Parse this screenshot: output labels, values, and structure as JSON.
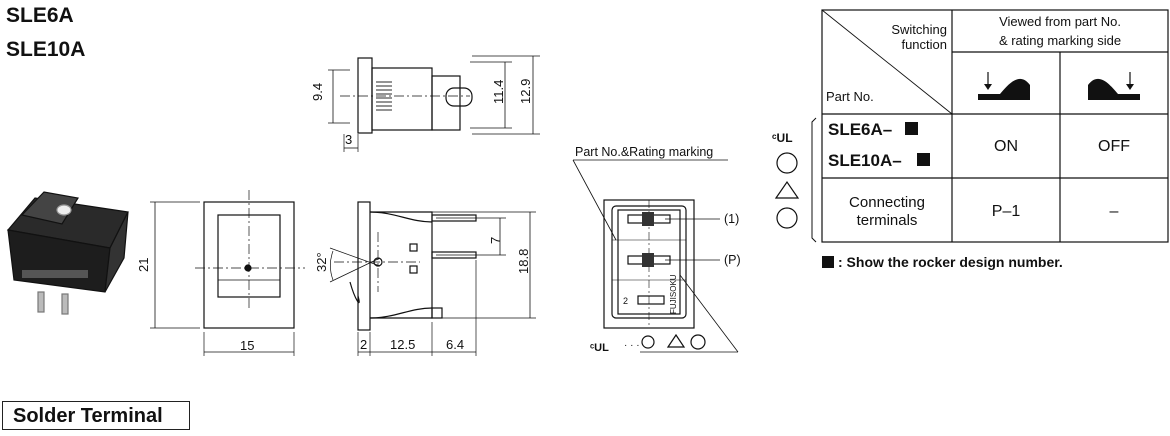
{
  "titles": [
    "SLE6A",
    "SLE10A"
  ],
  "footer_label": "Solder Terminal",
  "dimensions": {
    "top_height_outer": "12.9",
    "top_height_inner": "11.4",
    "top_flange": "9.4",
    "top_thickness": "3",
    "front_height": "21",
    "front_width": "15",
    "side_angle": "32°",
    "side_pin_spacing": "7",
    "side_height": "18.8",
    "side_flange": "2",
    "side_body": "12.5",
    "side_terminal": "6.4"
  },
  "marking": {
    "label": "Part No.&Rating marking",
    "pin1": "(1)",
    "pinP": "(P)",
    "brand_vertical": "FUJISOKU",
    "marks_line": "·   ·   ·",
    "pin_digit": "2"
  },
  "table": {
    "header_func_1": "Switching",
    "header_func_2": "function",
    "header_partno": "Part No.",
    "header_view_1": "Viewed from part No.",
    "header_view_2": "& rating marking side",
    "row1_part_1": "SLE6A–",
    "row1_part_2": "SLE10A–",
    "row1_col1": "ON",
    "row1_col2": "OFF",
    "row2_label_1": "Connecting",
    "row2_label_2": "terminals",
    "row2_col1": "P–1",
    "row2_col2": "–"
  },
  "note": ": Show the rocker design number."
}
